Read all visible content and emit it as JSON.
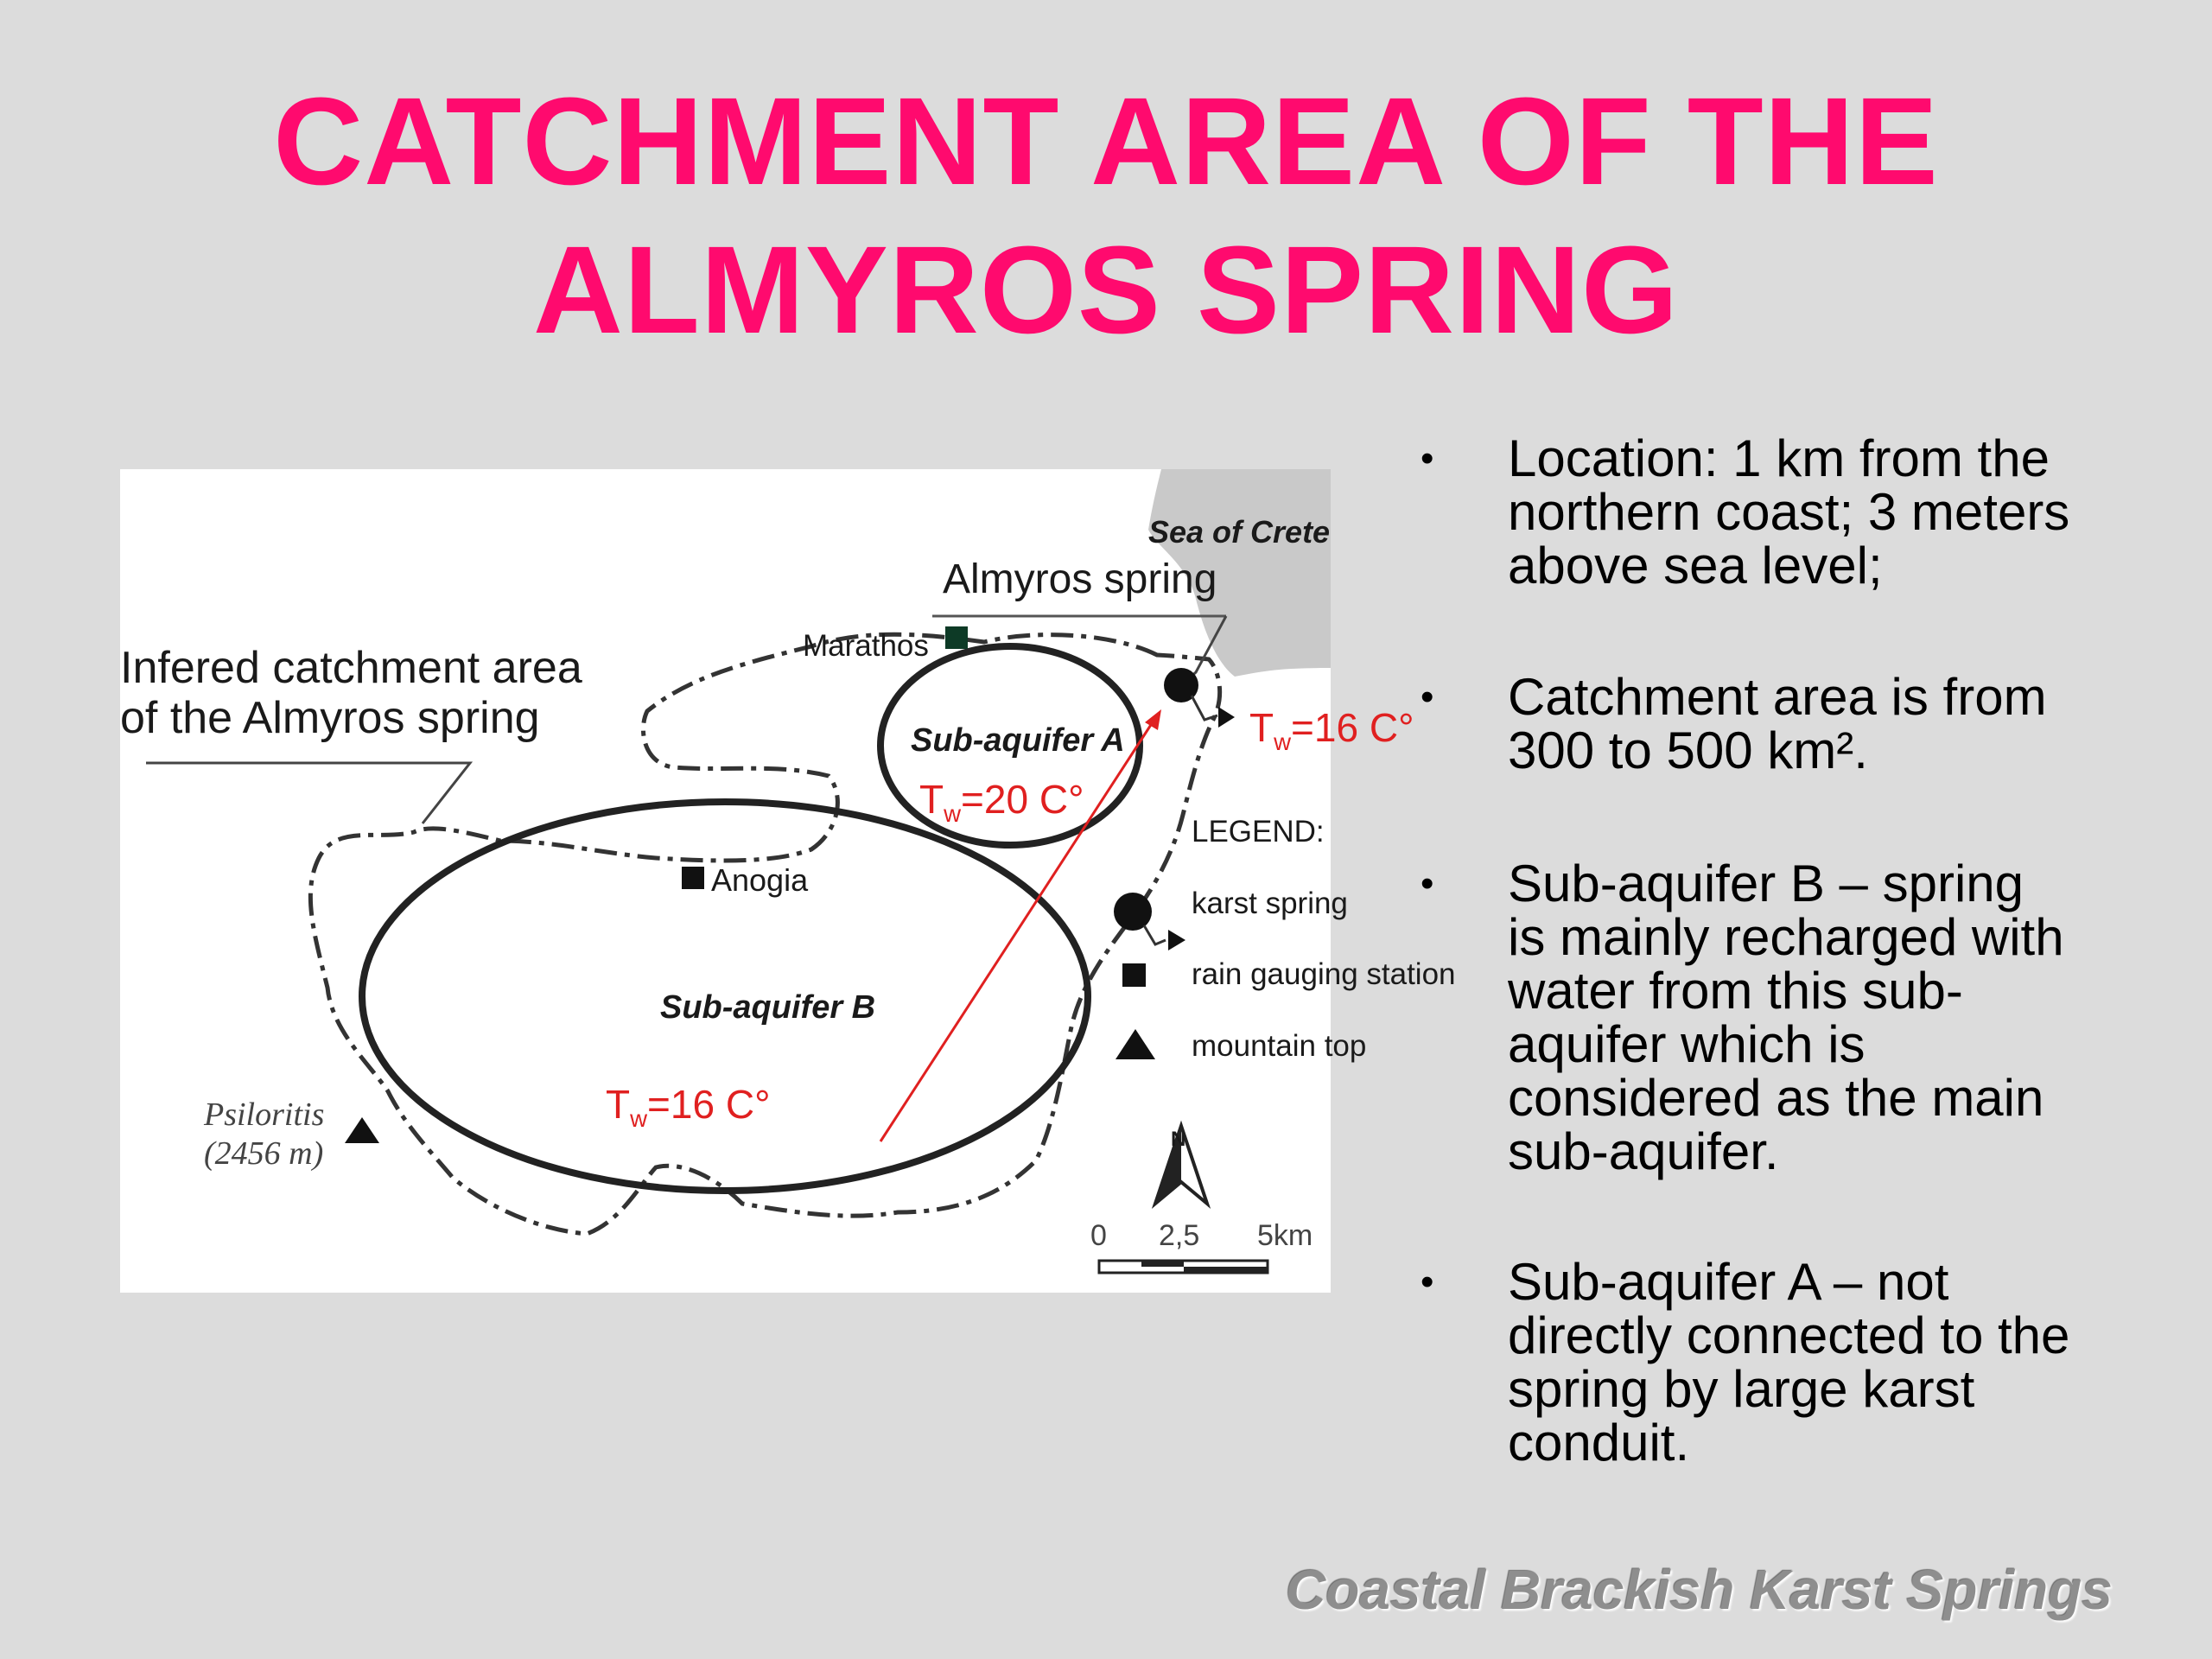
{
  "slide": {
    "title_line1": "CATCHMENT AREA OF THE",
    "title_line2": "ALMYROS SPRING",
    "footer": "Coastal Brackish Karst Springs",
    "title_color": "#ff0a6e"
  },
  "map": {
    "sea_label": "Sea of Crete",
    "spring_label": "Almyros spring",
    "marathos": "Marathos",
    "anogia": "Anogia",
    "catchment_label_line1": "Infered catchment area",
    "catchment_label_line2": "of the Almyros spring",
    "sub_aquifer_a": "Sub-aquifer A",
    "sub_aquifer_b": "Sub-aquifer B",
    "temp_a": {
      "base": "T",
      "sub": "w",
      "rest": "=20 C°"
    },
    "temp_b": {
      "base": "T",
      "sub": "w",
      "rest": "=16 C°"
    },
    "temp_spring": {
      "base": "T",
      "sub": "w",
      "rest": "=16 C°"
    },
    "psiloritis_name": "Psiloritis",
    "psiloritis_height": "(2456 m)",
    "legend_title": "LEGEND:",
    "legend_items": [
      "karst spring",
      "rain gauging station",
      "mountain top"
    ],
    "north_label": "N",
    "scale_labels": [
      "0",
      "2,5",
      "5km"
    ],
    "arrow_color": "#e02020"
  },
  "bullets": [
    [
      "Location: 1 km from the",
      "northern coast; 3 meters",
      "above sea level;"
    ],
    [
      "Catchment area is from",
      "300 to 500 km²."
    ],
    [
      "Sub-aquifer B –  spring",
      "is mainly recharged with",
      "water from this sub-",
      "aquifer which is",
      "considered as the main",
      "sub-aquifer."
    ],
    [
      "Sub-aquifer A – not",
      "directly connected to the",
      "spring by large karst",
      "conduit."
    ]
  ]
}
